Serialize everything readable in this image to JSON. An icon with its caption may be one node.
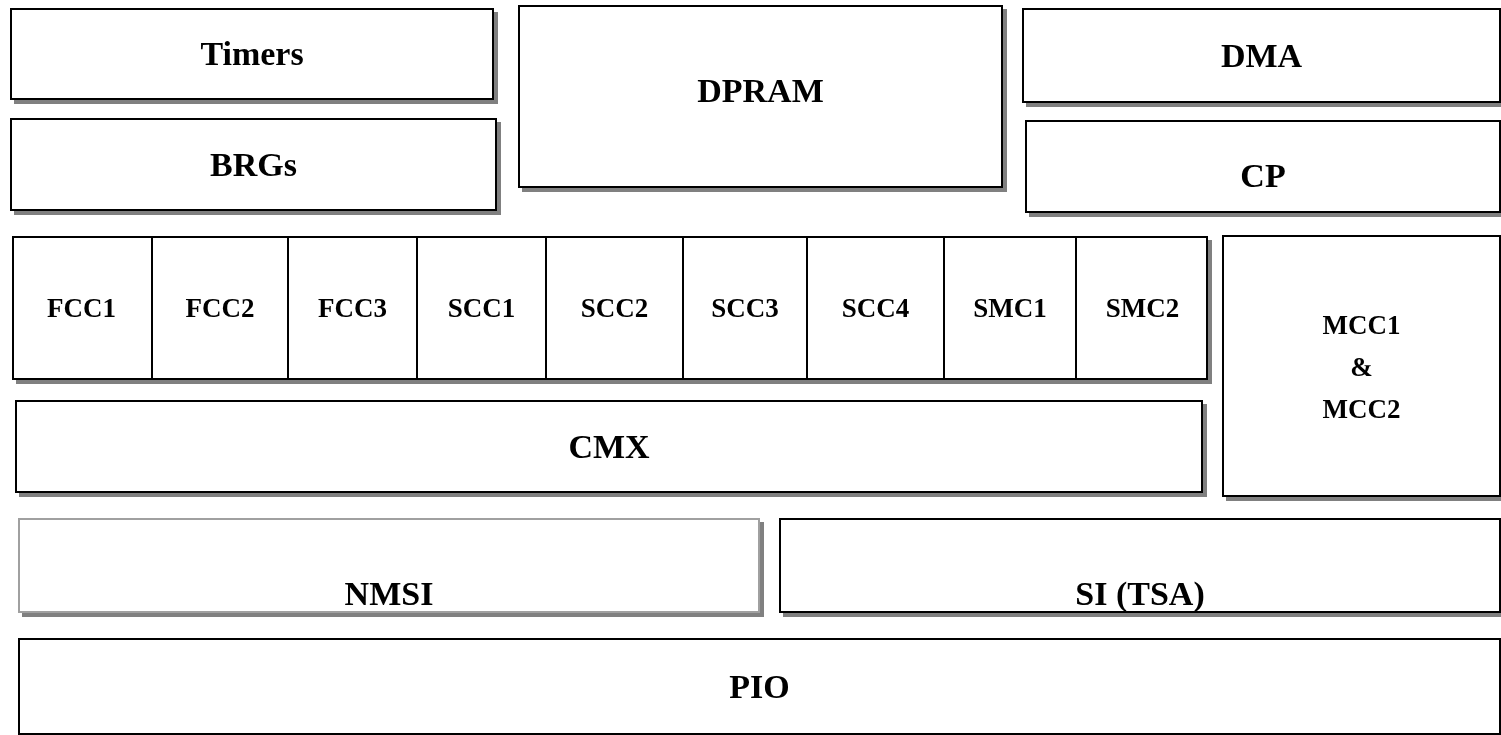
{
  "diagram": {
    "nodes": [
      {
        "text": [
          "Timers"
        ]
      },
      {
        "text": [
          "DPRAM"
        ]
      },
      {
        "text": [
          "DMA"
        ]
      },
      {
        "text": [
          "BRGs"
        ]
      },
      {
        "text": [
          "CP"
        ]
      },
      {
        "text": [
          "FCC1"
        ]
      },
      {
        "text": [
          "FCC2"
        ]
      },
      {
        "text": [
          "FCC3"
        ]
      },
      {
        "text": [
          "SCC1"
        ]
      },
      {
        "text": [
          "SCC2"
        ]
      },
      {
        "text": [
          "SCC3"
        ]
      },
      {
        "text": [
          "SCC4"
        ]
      },
      {
        "text": [
          "SMC1"
        ]
      },
      {
        "text": [
          "SMC2"
        ]
      },
      {
        "text": [
          "MCC1 & MCC2"
        ]
      },
      {
        "text": [
          "CMX"
        ]
      },
      {
        "text": [
          "NMSI"
        ]
      },
      {
        "text": [
          "SI (TSA)"
        ]
      },
      {
        "text": [
          "PIO"
        ]
      }
    ]
  }
}
